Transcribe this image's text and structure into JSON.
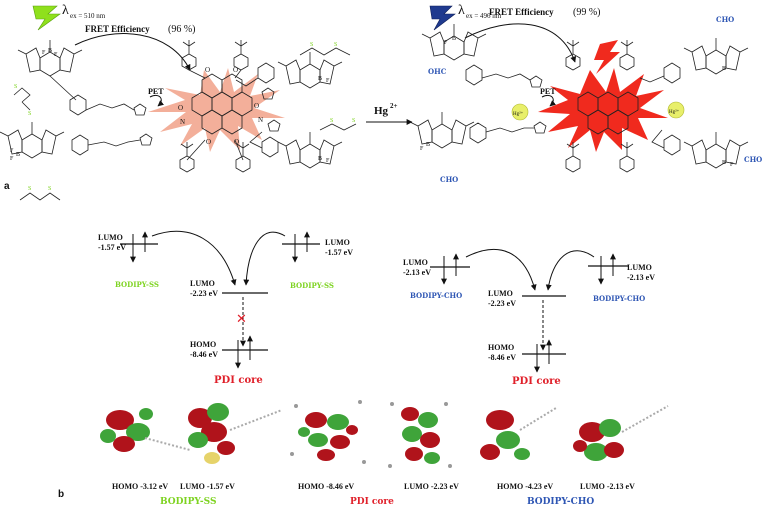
{
  "panel_a": {
    "label": "a",
    "left": {
      "lambda_symbol": "λ",
      "lambda_sub": "ex = 510 nm",
      "fret_label": "FRET Efficiency",
      "fret_value": "(96 %)",
      "pet_label": "PET"
    },
    "reaction": {
      "reagent": "Hg",
      "charge": "2+"
    },
    "right": {
      "lambda_symbol": "λ",
      "lambda_sub": "ex = 496 nm",
      "fret_label": "FRET Efficiency",
      "fret_value": "(99 %)",
      "pet_label": "PET",
      "hg_badge": "Hg²⁺",
      "cho": "CHO",
      "ohc": "OHC"
    }
  },
  "panel_b": {
    "label": "b",
    "left_diagram": {
      "donor_lumo_left": {
        "name": "LUMO",
        "energy": "-1.57 eV"
      },
      "donor_lumo_right": {
        "name": "LUMO",
        "energy": "-1.57 eV"
      },
      "acceptor_lumo": {
        "name": "LUMO",
        "energy": "-2.23 eV"
      },
      "acceptor_homo": {
        "name": "HOMO",
        "energy": "-8.46 eV"
      },
      "donor_left_name": "BODIPY-SS",
      "donor_right_name": "BODIPY-SS",
      "core_name": "PDI core",
      "blocked_mark": "✕"
    },
    "right_diagram": {
      "donor_lumo_left": {
        "name": "LUMO",
        "energy": "-2.13 eV"
      },
      "donor_lumo_right": {
        "name": "LUMO",
        "energy": "-2.13 eV"
      },
      "acceptor_lumo": {
        "name": "LUMO",
        "energy": "-2.23 eV"
      },
      "acceptor_homo": {
        "name": "HOMO",
        "energy": "-8.46 eV"
      },
      "donor_left_name": "BODIPY-CHO",
      "donor_right_name": "BODIPY-CHO",
      "core_name": "PDI core"
    },
    "orbitals": [
      {
        "caption": "HOMO -3.12 eV"
      },
      {
        "caption": "LUMO -1.57 eV"
      },
      {
        "caption": "HOMO -8.46 eV"
      },
      {
        "caption": "LUMO -2.23 eV"
      },
      {
        "caption": "HOMO -4.23 eV"
      },
      {
        "caption": "LUMO -2.13 eV"
      }
    ],
    "group_labels": [
      {
        "text": "BODIPY-SS"
      },
      {
        "text": "PDI core"
      },
      {
        "text": "BODIPY-CHO"
      }
    ]
  },
  "colors": {
    "green": "#7ed321",
    "blue": "#2e56b4",
    "red": "#e0202a",
    "salmon": "#f2a68f",
    "bright_red": "#f02a1e",
    "hg_yellow": "#e8ef6a",
    "orbital_red": "#b0131b",
    "orbital_green": "#3fa43a"
  }
}
